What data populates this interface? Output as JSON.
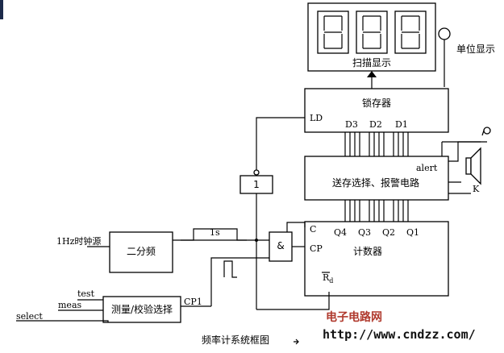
{
  "blocks": {
    "display": {
      "label": "扫描显示"
    },
    "latch": {
      "label": "锁存器",
      "ld": "LD",
      "d3": "D3",
      "d2": "D2",
      "d1": "D1"
    },
    "select_alarm": {
      "label": "送存选择、报警电路",
      "alert": "alert",
      "k": "K"
    },
    "counter": {
      "label": "计数器",
      "c": "C",
      "cp": "CP",
      "rd_main": "R",
      "rd_sub": "d",
      "q4": "Q4",
      "q3": "Q3",
      "q2": "Q2",
      "q1": "Q1"
    },
    "divider": {
      "label": "二分频"
    },
    "measure": {
      "label": "测量/校验选择",
      "cp1": "CP1"
    },
    "and_gate": {
      "label": "&"
    },
    "not_gate": {
      "label": "1"
    }
  },
  "labels": {
    "unit_display": "单位显示",
    "clock_source": "1Hz时钟源",
    "pulse_1s": "1s",
    "test": "test",
    "meas": "meas",
    "select": "select",
    "caption": "频率计系统框图"
  },
  "watermark": {
    "site": "电子电路网",
    "url": "http://www.cndzz.com/"
  },
  "colors": {
    "line": "#000000",
    "watermark_red": "#b03a2e"
  }
}
